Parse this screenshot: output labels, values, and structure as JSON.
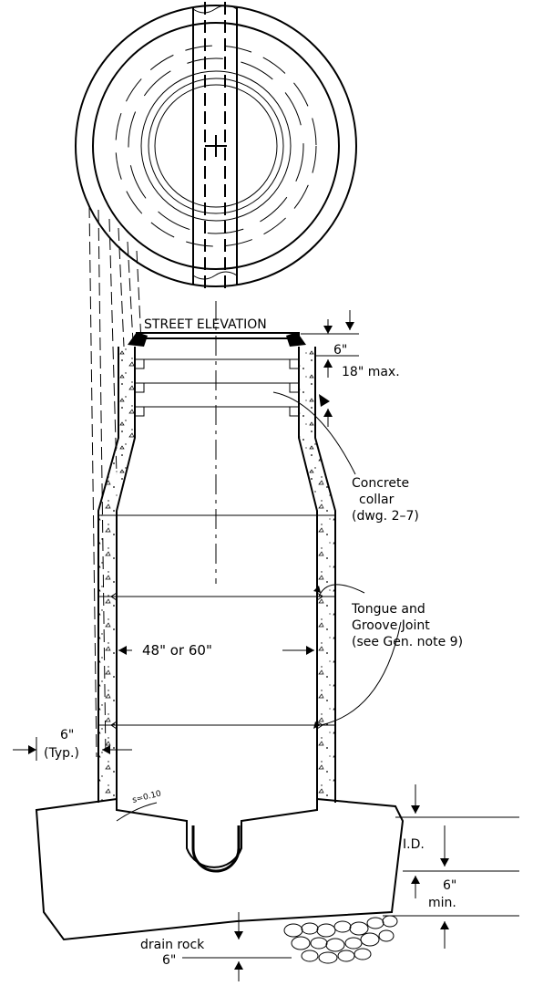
{
  "labels": {
    "street_elevation": "STREET ELEVATION",
    "dim_6_top": "6\"",
    "max_18": "18\"  max.",
    "collar_line1": "Concrete",
    "collar_line2": "collar",
    "collar_line3": "(dwg. 2–7)",
    "tongue_line1": "Tongue  and",
    "tongue_line2": "Groove Joint",
    "tongue_line3": "(see Gen. note 9)",
    "diameter": "48\"  or  60\"",
    "wall_6": "6\"",
    "wall_typ": "(Typ.)",
    "slope": "s=0.10",
    "id_label": "I.D.",
    "min_6": "6\"",
    "min_label": "min.",
    "drain_rock": "drain rock",
    "rock_6": "6\""
  }
}
